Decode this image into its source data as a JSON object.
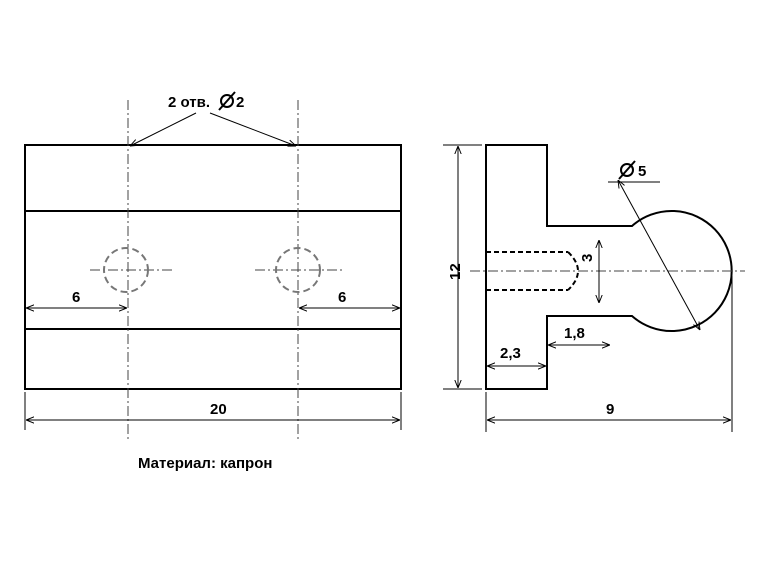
{
  "labels": {
    "holes": "2 отв.",
    "holes_diameter": "2",
    "left_offset": "6",
    "right_offset": "6",
    "total_width": "20",
    "material": "Материал: капрон",
    "height": "12",
    "diameter_label": "5",
    "hole_depth": "3",
    "neck_length": "1,8",
    "flange_thickness": "2,3",
    "total_length": "9"
  }
}
